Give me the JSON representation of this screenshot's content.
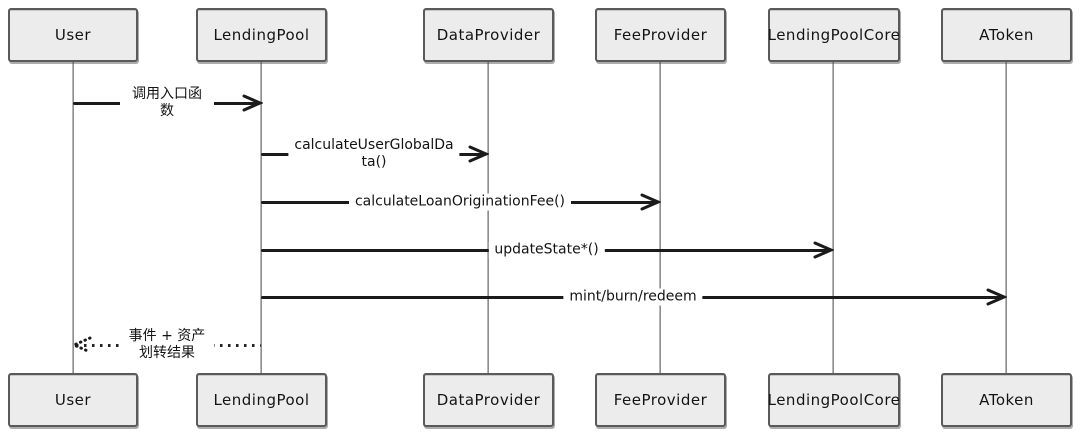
{
  "diagram": {
    "type": "sequence",
    "participants": [
      {
        "name": "User"
      },
      {
        "name": "LendingPool"
      },
      {
        "name": "DataProvider"
      },
      {
        "name": "FeeProvider"
      },
      {
        "name": "LendingPoolCore"
      },
      {
        "name": "AToken"
      }
    ],
    "messages": [
      {
        "from": "User",
        "to": "LendingPool",
        "label": "调用入口函数",
        "line": "solid",
        "direction": "right"
      },
      {
        "from": "LendingPool",
        "to": "DataProvider",
        "label": "calculateUserGlobalDa\nta()",
        "line": "solid",
        "direction": "right"
      },
      {
        "from": "LendingPool",
        "to": "FeeProvider",
        "label": "calculateLoanOriginationFee()",
        "line": "solid",
        "direction": "right"
      },
      {
        "from": "LendingPool",
        "to": "LendingPoolCore",
        "label": "updateState*()",
        "line": "solid",
        "direction": "right"
      },
      {
        "from": "LendingPool",
        "to": "AToken",
        "label": "mint/burn/redeem",
        "line": "solid",
        "direction": "right"
      },
      {
        "from": "LendingPool",
        "to": "User",
        "label": "事件 + 资产划转结果",
        "line": "dotted",
        "direction": "left"
      }
    ],
    "colors": {
      "background": "#ffffff",
      "box_fill": "#ececec",
      "box_border": "#5a5a5a",
      "lifeline": "#9a9a9a",
      "arrow": "#1b1b1b"
    }
  }
}
